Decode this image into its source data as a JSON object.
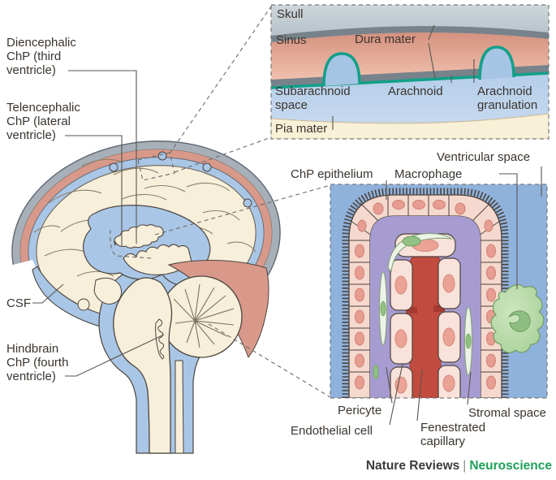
{
  "figure": {
    "description": "Sagittal brain diagram showing choroid plexus locations and CSF, with magnified insets of the meninges and of choroid plexus cellular structure"
  },
  "brain_labels": {
    "diencephalic_l1": "Diencephalic",
    "diencephalic_l2": "ChP (third",
    "diencephalic_l3": "ventricle)",
    "telencephalic_l1": "Telencephalic",
    "telencephalic_l2": "ChP (lateral",
    "telencephalic_l3": "ventricle)",
    "csf": "CSF",
    "hindbrain_l1": "Hindbrain",
    "hindbrain_l2": "ChP (fourth",
    "hindbrain_l3": "ventricle)"
  },
  "meninges_inset": {
    "skull": "Skull",
    "sinus": "Sinus",
    "dura_mater": "Dura mater",
    "subarachnoid_l1": "Subarachnoid",
    "subarachnoid_l2": "space",
    "arachnoid": "Arachnoid",
    "granulation_l1": "Arachnoid",
    "granulation_l2": "granulation",
    "pia_mater": "Pia mater"
  },
  "chp_inset": {
    "chp_epithelium": "ChP epithelium",
    "macrophage": "Macrophage",
    "ventricular_space": "Ventricular space",
    "pericyte": "Pericyte",
    "endothelial_cell": "Endothelial cell",
    "fenestrated_l1": "Fenestrated",
    "fenestrated_l2": "capillary",
    "stromal_space": "Stromal space"
  },
  "credit": {
    "journal": "Nature Reviews",
    "separator": "|",
    "field": "Neuroscience"
  },
  "colors": {
    "skull_gray": "#c2ccd3",
    "dura_gray": "#78828a",
    "sinus_salmon": "#db9e8e",
    "arachnoid_teal": "#12a089",
    "csf_blue": "#a9c6e6",
    "pia_cream": "#f8f0d7",
    "brain_cream": "#f7efda",
    "ventricle_blue": "#8fb2dc",
    "stroma_purple": "#a79cd1",
    "epithelium_pink": "#f6d9ce",
    "capillary_red": "#c14b3f",
    "macrophage_green": "#b7d9a9",
    "credit_green": "#1fa05a"
  }
}
